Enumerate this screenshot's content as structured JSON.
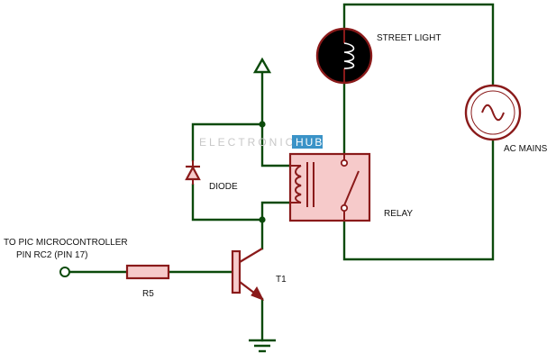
{
  "diagram": {
    "watermark": {
      "brand": "ELECTRONICS",
      "accent": "HUB",
      "accent_color": "#3a93c7"
    },
    "labels": {
      "street_light": "STREET LIGHT",
      "ac_mains": "AC MAINS",
      "diode": "DIODE",
      "relay": "RELAY",
      "input_line1": "TO PIC MICROCONTROLLER",
      "input_line2": "PIN RC2 (PIN 17)",
      "resistor": "R5",
      "transistor": "T1"
    },
    "colors": {
      "wire": "#0b4a0b",
      "component_outline": "#8a1a1a",
      "component_fill": "#f6caca"
    }
  }
}
